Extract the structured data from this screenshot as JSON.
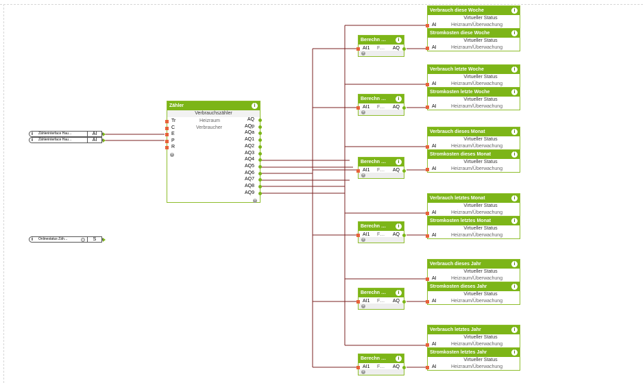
{
  "colors": {
    "block_header": "#7cb518",
    "wire": "#7a1f1f",
    "input_port": "#e8623a",
    "output_port": "#7cb518"
  },
  "inputs": [
    {
      "label": "Zählerinterface Hau…",
      "type": "AI"
    },
    {
      "label": "Zählerinterface Hau…",
      "type": "AI"
    }
  ],
  "online": {
    "label": "Onlinestatus Zäh…",
    "type": "S"
  },
  "counter": {
    "title": "Zähler",
    "subtitle": "Verbrauchszähler",
    "room": "Heizraum",
    "category": "Verbraucher",
    "inputs": [
      "Tr",
      "C",
      "E",
      "P",
      "R"
    ],
    "outputs": [
      "AQ",
      "AQp",
      "AQa",
      "AQ1",
      "AQ2",
      "AQ3",
      "AQ4",
      "AQ5",
      "AQ6",
      "AQ7",
      "AQ8",
      "AQ9"
    ]
  },
  "calcs": [
    {
      "title": "Berechn …",
      "in": "AI1",
      "mid": "F…",
      "out": "AQ"
    },
    {
      "title": "Berechn …",
      "in": "AI1",
      "mid": "F…",
      "out": "AQ"
    },
    {
      "title": "Berechn …",
      "in": "AI1",
      "mid": "F…",
      "out": "AQ"
    },
    {
      "title": "Berechn …",
      "in": "AI1",
      "mid": "F…",
      "out": "AQ"
    },
    {
      "title": "Berechn …",
      "in": "AI1",
      "mid": "F…",
      "out": "AQ"
    },
    {
      "title": "Berechn …",
      "in": "AI1",
      "mid": "F…",
      "out": "AQ"
    }
  ],
  "status_blocks": [
    {
      "title": "Verbrauch diese Woche",
      "sub": "Virtueller Status",
      "in": "AI",
      "loc": "Heizraum/Überwachung"
    },
    {
      "title": "Stromkosten diese Woche",
      "sub": "Virtueller Status",
      "in": "AI",
      "loc": "Heizraum/Überwachung"
    },
    {
      "title": "Verbrauch letzte Woche",
      "sub": "Virtueller Status",
      "in": "AI",
      "loc": "Heizraum/Überwachung"
    },
    {
      "title": "Stromkosten letzte Woche",
      "sub": "Virtueller Status",
      "in": "AI",
      "loc": "Heizraum/Überwachung"
    },
    {
      "title": "Verbrauch dieses Monat",
      "sub": "Virtueller Status",
      "in": "AI",
      "loc": "Heizraum/Überwachung"
    },
    {
      "title": "Stromkosten dieses Monat",
      "sub": "Virtueller Status",
      "in": "AI",
      "loc": "Heizraum/Überwachung"
    },
    {
      "title": "Verbrauch letztes Monat",
      "sub": "Virtueller Status",
      "in": "AI",
      "loc": "Heizraum/Überwachung"
    },
    {
      "title": "Stromkosten letztes Monat",
      "sub": "Virtueller Status",
      "in": "AI",
      "loc": "Heizraum/Überwachung"
    },
    {
      "title": "Verbrauch dieses Jahr",
      "sub": "Virtueller Status",
      "in": "AI",
      "loc": "Heizraum/Überwachung"
    },
    {
      "title": "Stromkosten dieses Jahr",
      "sub": "Virtueller Status",
      "in": "AI",
      "loc": "Heizraum/Überwachung"
    },
    {
      "title": "Verbrauch letztes Jahr",
      "sub": "Virtueller Status",
      "in": "AI",
      "loc": "Heizraum/Überwachung"
    },
    {
      "title": "Stromkosten letztes Jahr",
      "sub": "Virtueller Status",
      "in": "AI",
      "loc": "Heizraum/Überwachung"
    }
  ]
}
